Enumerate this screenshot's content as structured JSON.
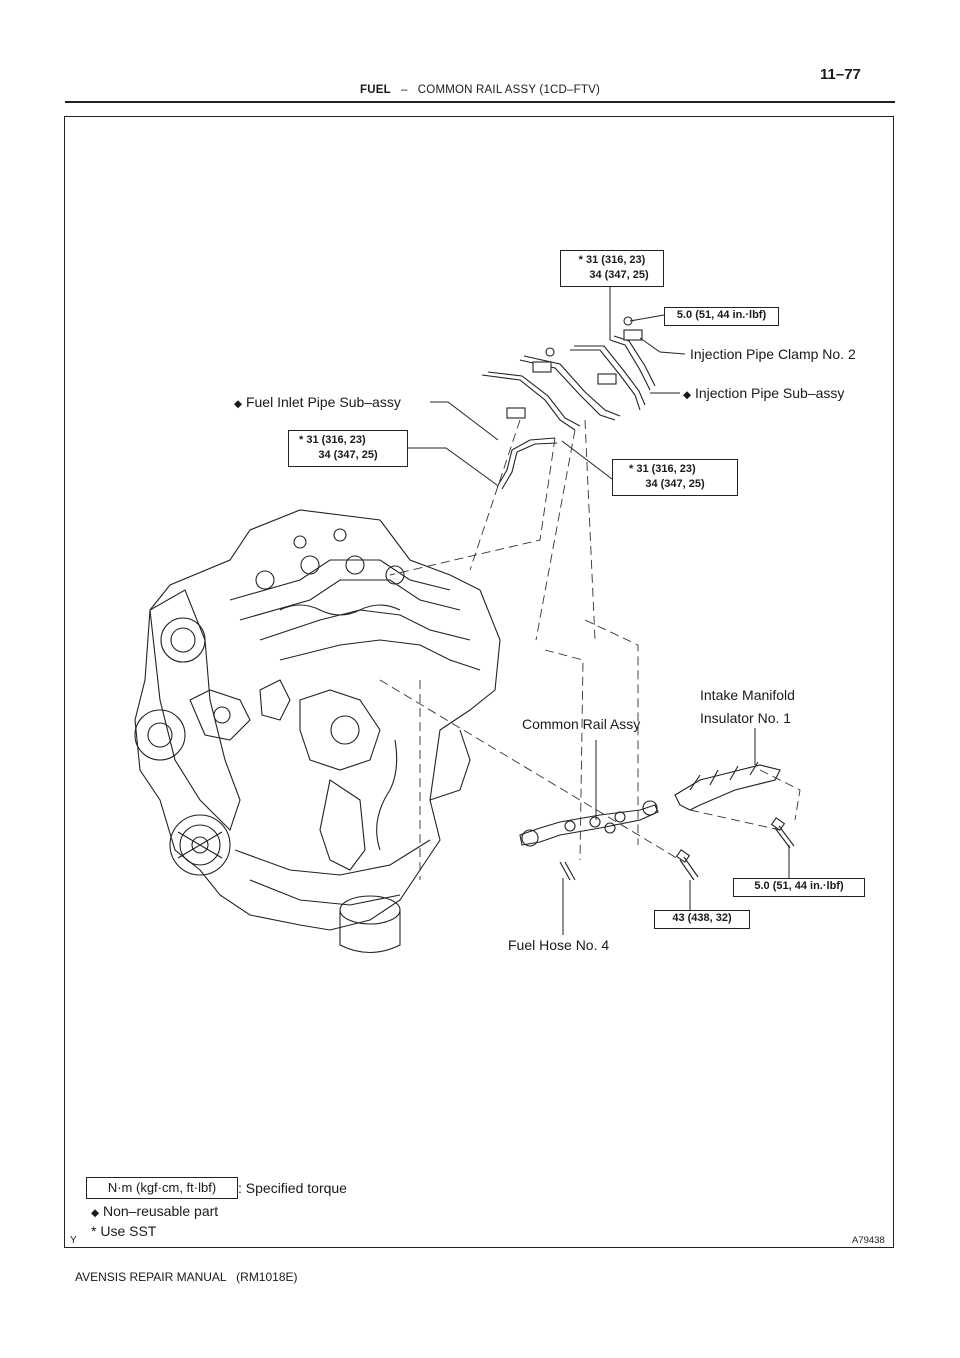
{
  "header": {
    "section": "FUEL",
    "separator": "–",
    "title": "COMMON RAIL ASSY (1CD–FTV)",
    "page_number": "11–77"
  },
  "torque_values": {
    "top_center_line1": "* 31 (316, 23)",
    "top_center_line2": "34 (347, 25)",
    "clamp_bolt": "5.0 (51, 44 in.·lbf)",
    "left_line1": "* 31 (316, 23)",
    "left_line2": "34 (347, 25)",
    "right_line1": "* 31 (316, 23)",
    "right_line2": "34 (347, 25)",
    "insulator_bolt": "5.0 (51, 44 in.·lbf)",
    "rail_bolt": "43 (438, 32)"
  },
  "labels": {
    "injection_pipe_clamp": "Injection Pipe Clamp No. 2",
    "injection_pipe_sub_assy": "Injection Pipe Sub–assy",
    "fuel_inlet_pipe": "Fuel Inlet Pipe Sub–assy",
    "intake_manifold_line1": "Intake Manifold",
    "intake_manifold_line2": "Insulator No. 1",
    "common_rail": "Common Rail Assy",
    "fuel_hose": "Fuel Hose No. 4"
  },
  "legend": {
    "unit_box": "N·m (kgf·cm, ft·lbf)",
    "unit_desc": ": Specified torque",
    "non_reusable": "Non–reusable part",
    "sst": "* Use SST",
    "diamond_symbol": "◆"
  },
  "footer": {
    "left_code": "Y",
    "figure_id": "A79438",
    "manual": "AVENSIS REPAIR MANUAL   (RM1018E)"
  }
}
